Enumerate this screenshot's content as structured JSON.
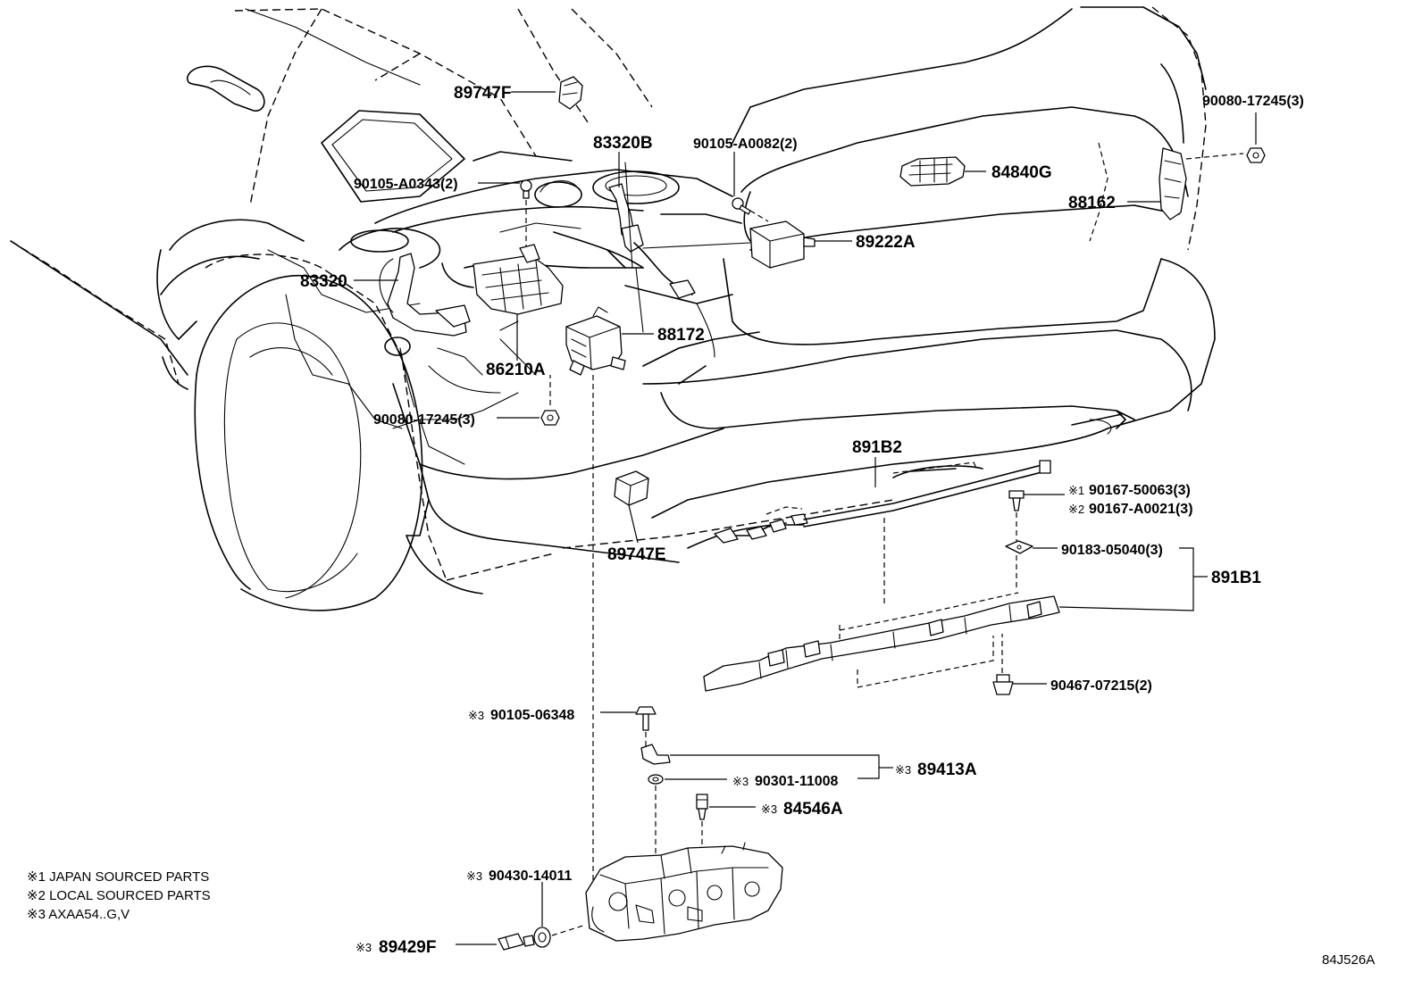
{
  "diagram": {
    "ref_code": "84J526A",
    "notes": [
      "※1 JAPAN SOURCED PARTS",
      "※2 LOCAL SOURCED PARTS",
      "※3 AXAA54..G,V"
    ],
    "labels": {
      "p89747F": "89747F",
      "p83320B": "83320B",
      "p90105_A0082": "90105-A0082(2)",
      "p90105_A0343": "90105-A0343(2)",
      "p84840G": "84840G",
      "p90080_17245_tr": "90080-17245(3)",
      "p88162": "88162",
      "p89222A": "89222A",
      "p83320": "83320",
      "p88172": "88172",
      "p86210A": "86210A",
      "p90080_17245_l": "90080-17245(3)",
      "p891B2": "891B2",
      "p90167_50063": "90167-50063(3)",
      "p90167_A0021": "90167-A0021(3)",
      "p89747E": "89747E",
      "p90183_05040": "90183-05040(3)",
      "p891B1": "891B1",
      "p90467_07215": "90467-07215(2)",
      "p90105_06348": "90105-06348",
      "p89413A": "89413A",
      "p90301_11008": "90301-11008",
      "p84546A": "84546A",
      "p90430_14011": "90430-14011",
      "p89429F": "89429F"
    },
    "marks": {
      "m1": "※1",
      "m2": "※2",
      "m3": "※3"
    }
  }
}
